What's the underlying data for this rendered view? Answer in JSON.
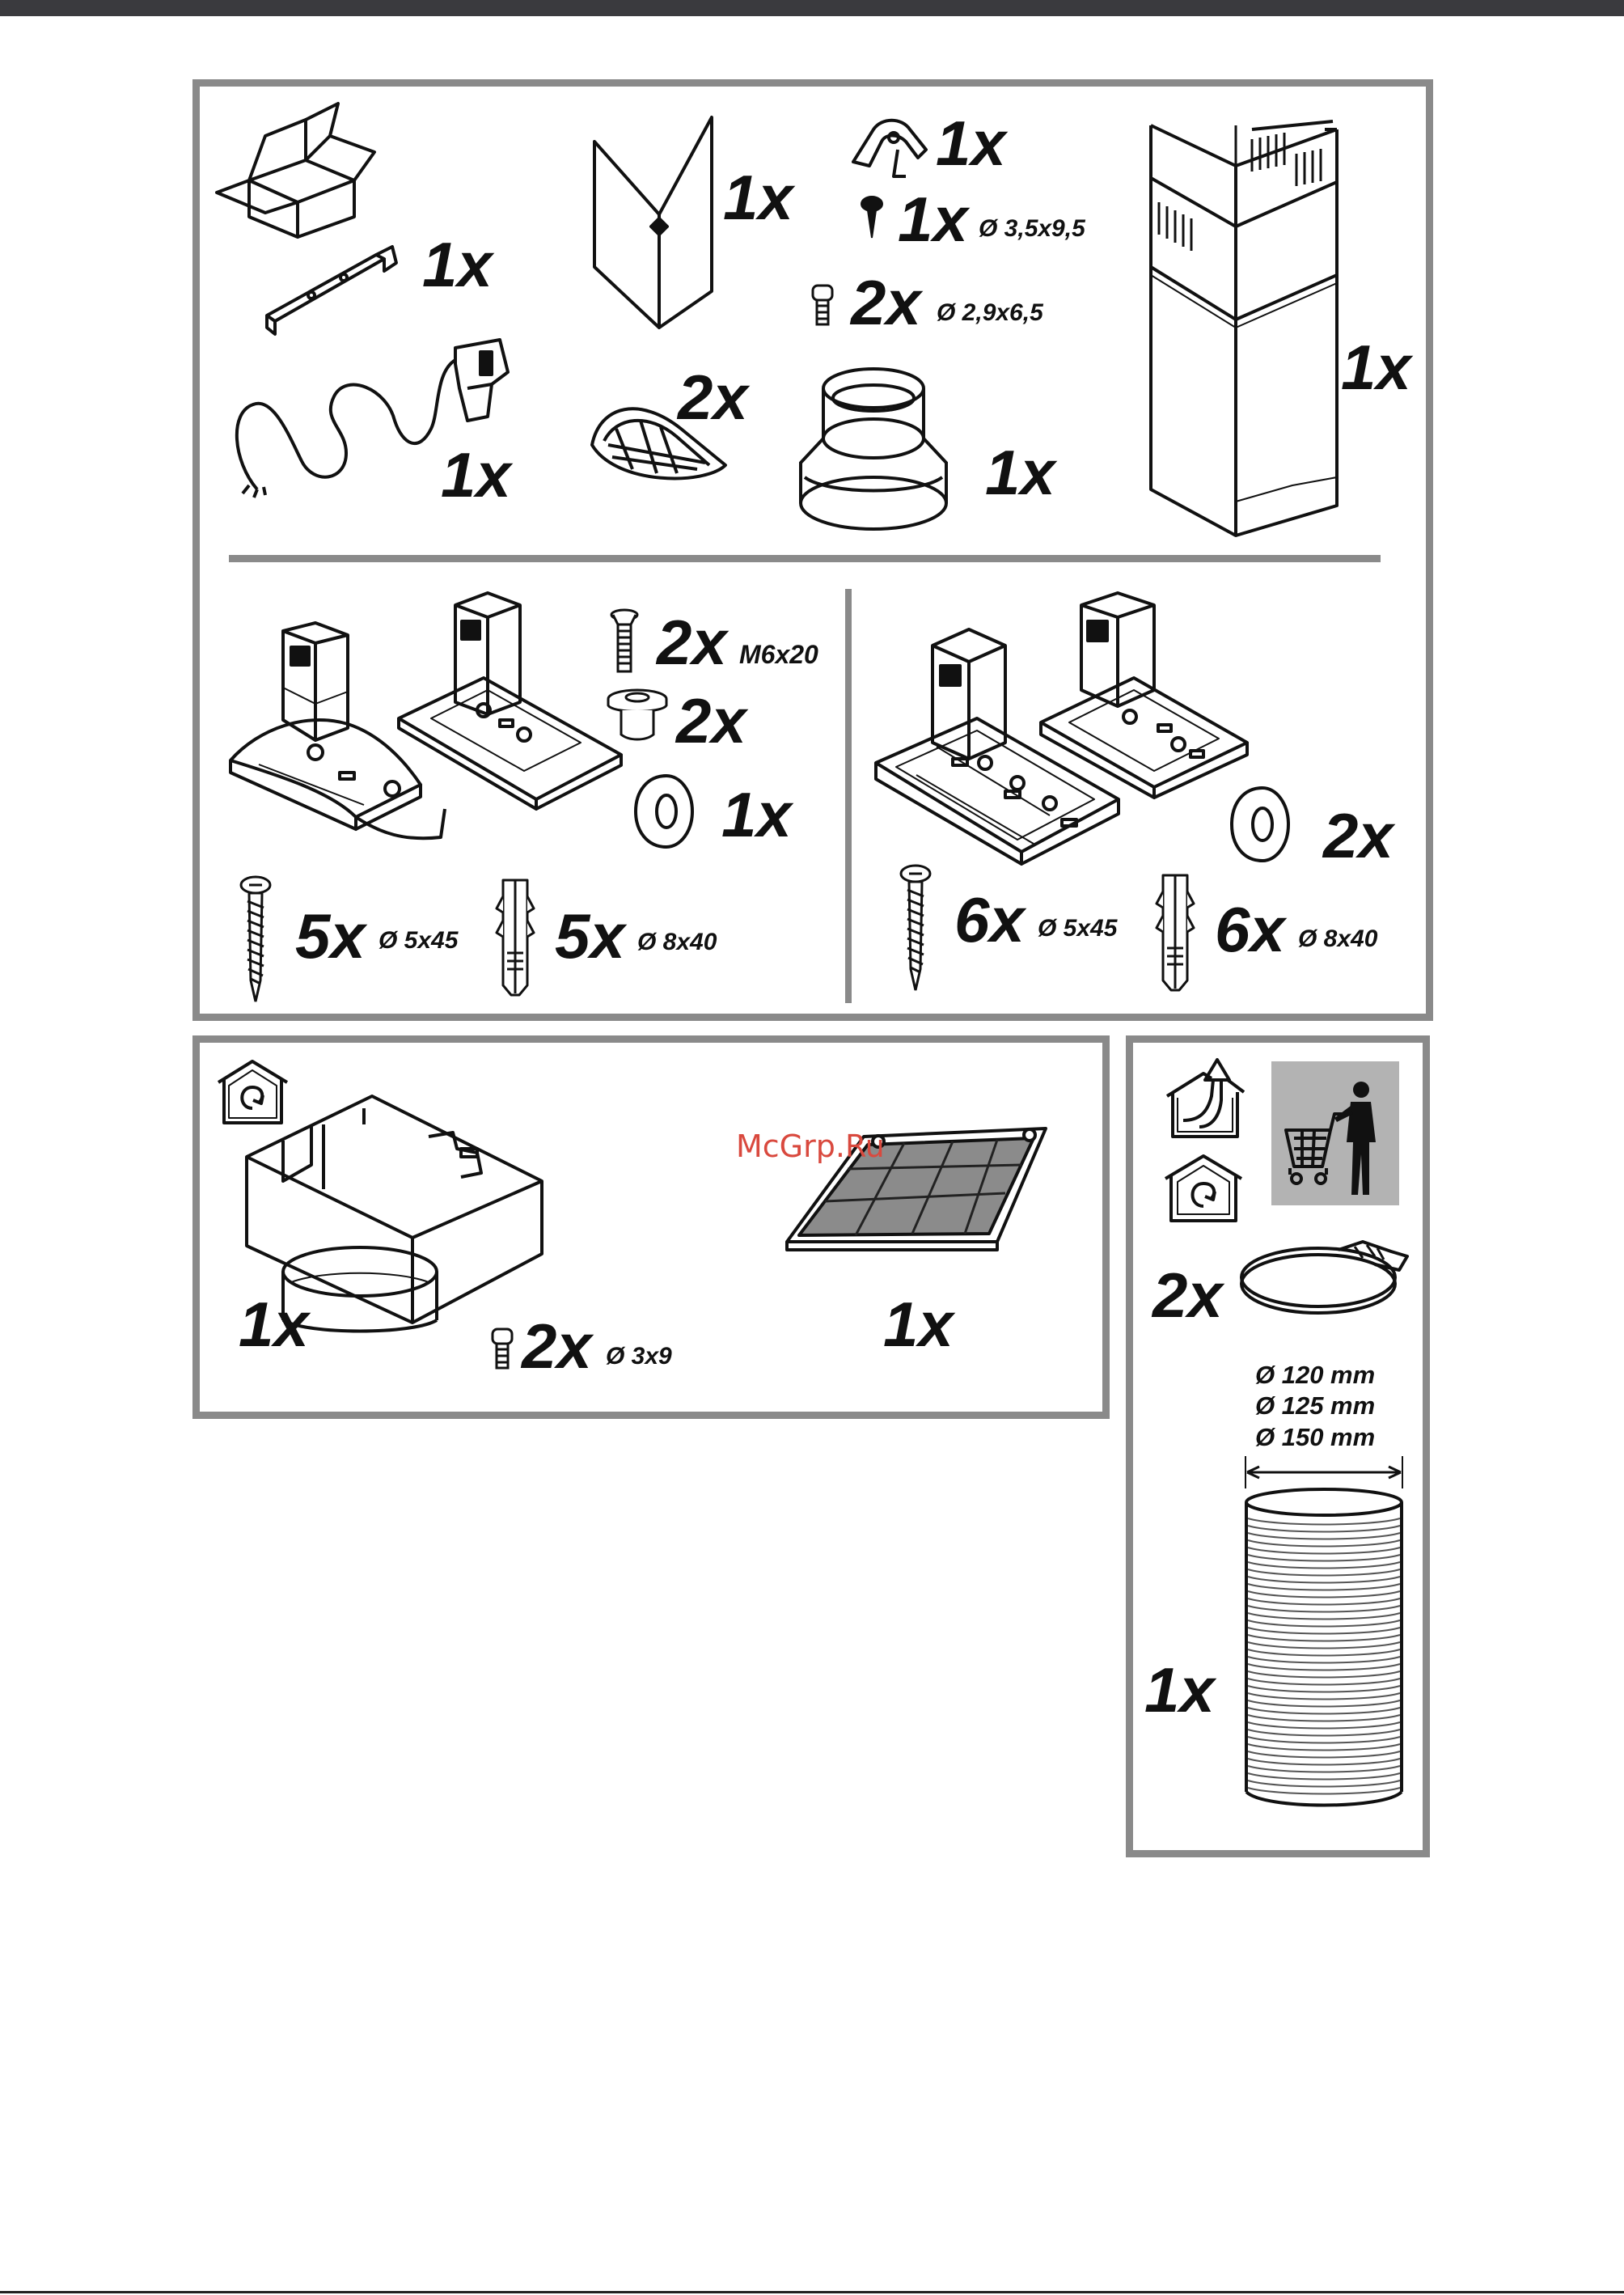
{
  "watermark": "McGrp.Ru",
  "box1": {
    "bracket_qty": "1x",
    "side_panel_qty": "1x",
    "clip_qty": "1x",
    "screw_a_qty": "1x",
    "screw_a_spec": "Ø 3,5x9,5",
    "screw_b_qty": "2x",
    "screw_b_spec": "Ø 2,9x6,5",
    "chimney_qty": "1x",
    "cord_qty": "1x",
    "half_filter_qty": "2x",
    "adapter_qty": "1x"
  },
  "box2": {
    "left": {
      "bolt_qty": "2x",
      "bolt_spec": "M6x20",
      "bushing_qty": "2x",
      "washer_qty": "1x",
      "screw_qty": "5x",
      "screw_spec": "Ø 5x45",
      "plug_qty": "5x",
      "plug_spec": "Ø 8x40"
    },
    "right": {
      "washer_qty": "2x",
      "screw_qty": "6x",
      "screw_spec": "Ø 5x45",
      "plug_qty": "6x",
      "plug_spec": "Ø 8x40"
    }
  },
  "box3": {
    "deflector_qty": "1x",
    "screw_qty": "2x",
    "screw_spec": "Ø 3x9",
    "carbon_filter_qty": "1x"
  },
  "box4": {
    "clamp_qty": "2x",
    "diameter_1": "Ø 120 mm",
    "diameter_2": "Ø 125 mm",
    "diameter_3": "Ø 150 mm",
    "hose_qty": "1x"
  }
}
